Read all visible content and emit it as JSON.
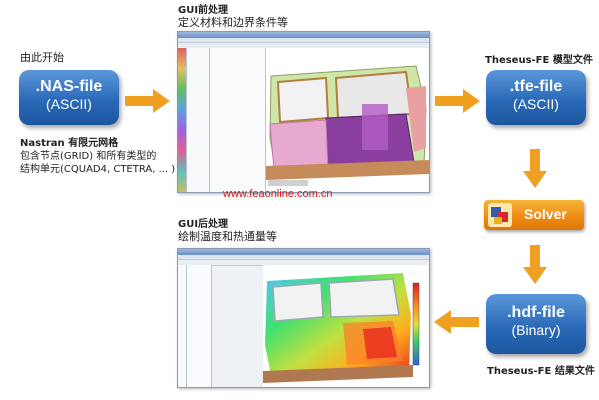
{
  "start": {
    "label": "由此开始"
  },
  "nas_block": {
    "title": ".NAS-file",
    "subtitle": "(ASCII)"
  },
  "nas_caption": {
    "bold": "Nastran 有限元网格",
    "line1": "包含节点(GRID) 和所有类型的",
    "line2": "结构单元(CQUAD4, CTETRA, ... )"
  },
  "pre": {
    "title": "GUI前处理",
    "subtitle": "定义材料和边界条件等"
  },
  "tfe_caption": {
    "label": "Theseus-FE 模型文件"
  },
  "tfe_block": {
    "title": ".tfe-file",
    "subtitle": "(ASCII)"
  },
  "solver": {
    "label": "Solver"
  },
  "watermark": {
    "text": "www.feaonline.com.cn"
  },
  "post": {
    "title": "GUI后处理",
    "subtitle": "绘制温度和热通量等"
  },
  "hdf_block": {
    "title": ".hdf-file",
    "subtitle": "(Binary)"
  },
  "hdf_caption": {
    "label": "Theseus-FE 结果文件"
  },
  "colors": {
    "block_blue": "#2a6ab8",
    "arrow_orange": "#f0a020",
    "solver_orange": "#ee8a12",
    "watermark_red": "#d21e1e"
  }
}
